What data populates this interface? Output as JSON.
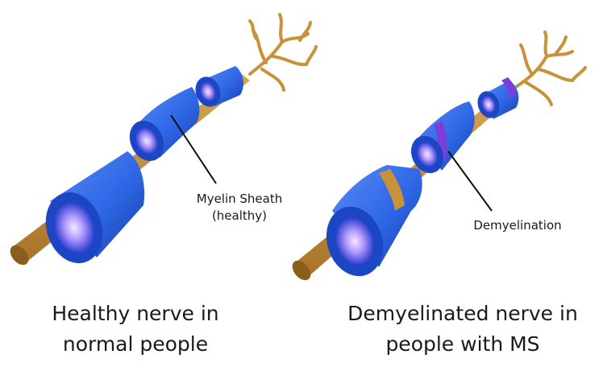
{
  "labels": {
    "myelin_line1": "Myelin Sheath",
    "myelin_line2": "(healthy)",
    "demyelination": "Demyelination"
  },
  "captions": {
    "healthy_line1": "Healthy nerve in",
    "healthy_line2": "normal people",
    "ms_line1": "Demyelinated nerve in",
    "ms_line2": "people with MS"
  },
  "colors": {
    "axon": "#c8923a",
    "axon_dark": "#8c5e1c",
    "sheath": "#2e67e6",
    "sheath_dark": "#173fa8",
    "sheath_light": "#5b8cf5",
    "core_glow": "#b49bff",
    "damage": "#7a3fd8",
    "leader": "#111111"
  }
}
